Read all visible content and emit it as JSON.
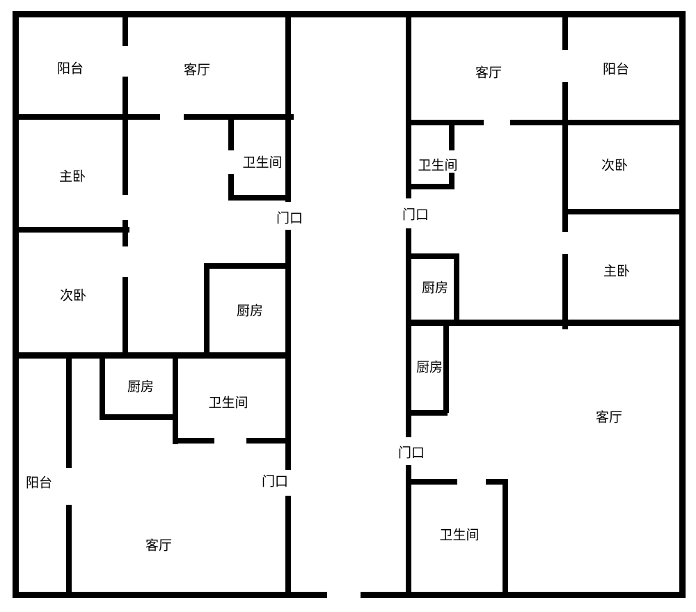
{
  "colors": {
    "wall": "#000000",
    "background": "#ffffff"
  },
  "units": {
    "top_left": {
      "balcony": "阳台",
      "living_room": "客厅",
      "master_bedroom": "主卧",
      "bathroom": "卫生间",
      "entrance": "门口",
      "second_bedroom": "次卧",
      "kitchen": "厨房"
    },
    "bottom_left": {
      "kitchen": "厨房",
      "bathroom": "卫生间",
      "balcony": "阳台",
      "entrance": "门口",
      "living_room": "客厅"
    },
    "top_right": {
      "living_room": "客厅",
      "balcony": "阳台",
      "bathroom": "卫生间",
      "second_bedroom": "次卧",
      "entrance": "门口",
      "kitchen": "厨房",
      "master_bedroom": "主卧"
    },
    "bottom_right": {
      "kitchen": "厨房",
      "living_room": "客厅",
      "entrance": "门口",
      "bathroom": "卫生间"
    }
  }
}
